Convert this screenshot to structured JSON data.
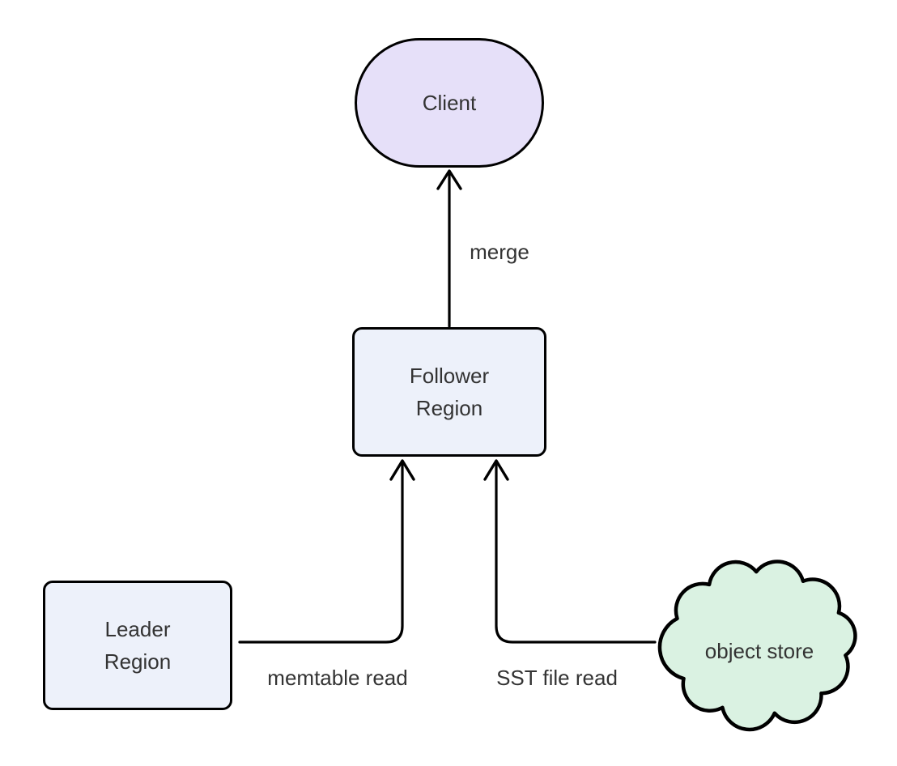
{
  "colors": {
    "canvas_bg": "#ffffff",
    "stroke": "#000000",
    "text": "#333333",
    "client_fill": "#e6e0f9",
    "region_fill": "#edf1fa",
    "cloud_fill": "#daf2e2"
  },
  "nodes": {
    "client": {
      "label": "Client",
      "shape": "stadium"
    },
    "follower": {
      "line1": "Follower",
      "line2": "Region",
      "shape": "rounded-rectangle"
    },
    "leader": {
      "line1": "Leader",
      "line2": "Region",
      "shape": "rounded-rectangle"
    },
    "object_store": {
      "label": "object store",
      "shape": "cloud"
    }
  },
  "edges": {
    "merge": {
      "label": "merge",
      "from": "follower",
      "to": "client"
    },
    "memtable": {
      "label": "memtable read",
      "from": "leader",
      "to": "follower"
    },
    "sst": {
      "label": "SST file read",
      "from": "object_store",
      "to": "follower"
    }
  }
}
